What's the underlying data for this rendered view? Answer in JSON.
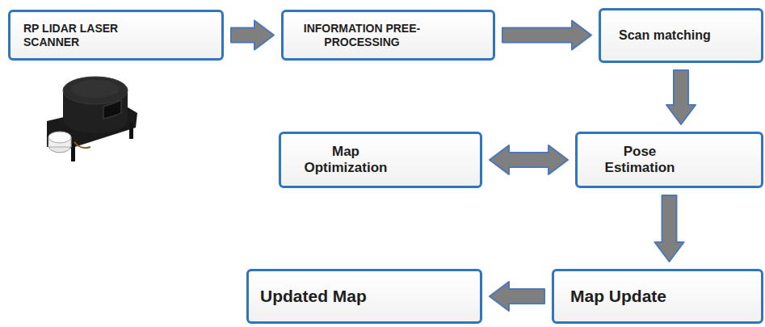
{
  "diagram": {
    "nodes": [
      {
        "text": [
          "RP LIDAR LASER SCANNER"
        ]
      },
      {
        "text": [
          "INFORMATION PREE-PROCESSING"
        ]
      },
      {
        "text": [
          "Scan matching"
        ]
      },
      {
        "text": [
          "Map Optimization"
        ]
      },
      {
        "text": [
          "Pose Estimation"
        ]
      },
      {
        "text": [
          "Map Update"
        ]
      },
      {
        "text": [
          "Updated Map"
        ]
      }
    ],
    "edges": [
      {
        "from": 0,
        "to": 1,
        "arrow": "to"
      },
      {
        "from": 1,
        "to": 2,
        "arrow": "to"
      },
      {
        "from": 2,
        "to": 4,
        "arrow": "to"
      },
      {
        "from": 4,
        "to": 3,
        "arrow": "both"
      },
      {
        "from": 4,
        "to": 5,
        "arrow": "to"
      },
      {
        "from": 5,
        "to": 6,
        "arrow": "to"
      }
    ]
  }
}
